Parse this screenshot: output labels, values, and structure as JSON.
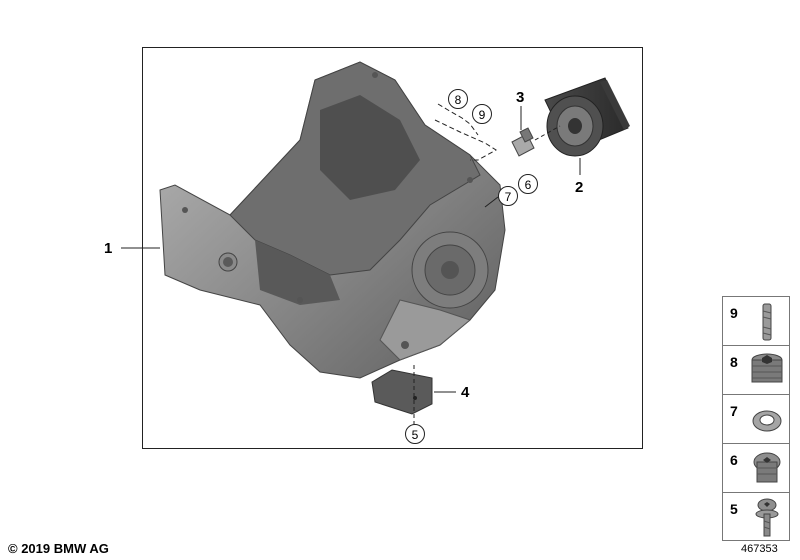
{
  "callouts": {
    "c1": "1",
    "c2": "2",
    "c3": "3",
    "c4": "4",
    "c5": "5",
    "c6": "6",
    "c7": "7",
    "c8": "8",
    "c9": "9"
  },
  "legend": {
    "items": [
      {
        "number": "9",
        "icon": "stud-bolt-icon"
      },
      {
        "number": "8",
        "icon": "screw-plug-icon"
      },
      {
        "number": "7",
        "icon": "sealing-ring-icon"
      },
      {
        "number": "6",
        "icon": "torx-plug-icon"
      },
      {
        "number": "5",
        "icon": "torx-bolt-icon"
      }
    ]
  },
  "footer": {
    "copyright": "© 2019 BMW AG",
    "image_number": "467353"
  }
}
